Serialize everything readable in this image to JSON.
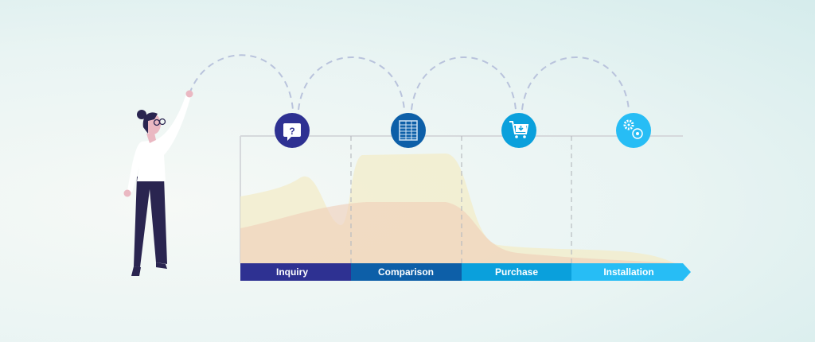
{
  "stages": [
    {
      "label": "Inquiry",
      "color": "#2e3192",
      "icon": "question-chat-icon"
    },
    {
      "label": "Comparison",
      "color": "#0d5fa8",
      "icon": "comparison-table-icon"
    },
    {
      "label": "Purchase",
      "color": "#0aa0dc",
      "icon": "shopping-cart-icon"
    },
    {
      "label": "Installation",
      "color": "#27bdf5",
      "icon": "gears-icon"
    }
  ],
  "colors": {
    "area_yellow": "#f3ecc8",
    "area_red": "#f0cdb8",
    "dash": "#b9c3dc",
    "axis": "#d6d9dc"
  }
}
